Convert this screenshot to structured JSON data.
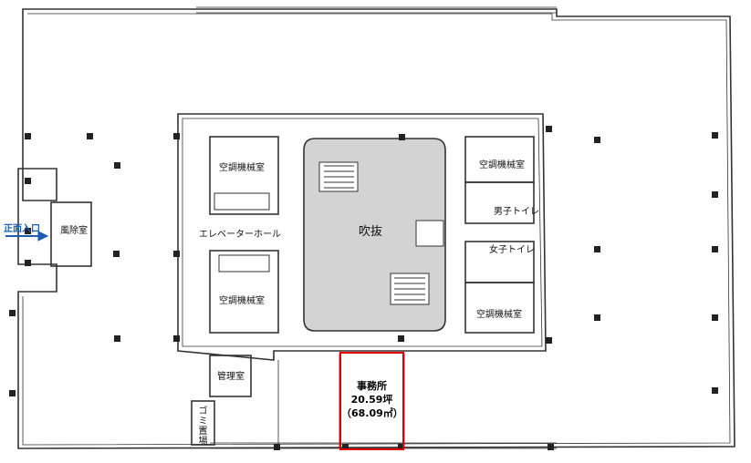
{
  "labels": {
    "ac_room_tl": "空調機械室",
    "ac_room_bl": "空調機械室",
    "ac_room_tr": "空調機械室",
    "ac_room_br": "空調機械室",
    "elevator_hall": "エレベーターホール",
    "void": "吹抜",
    "mens_toilet": "男子トイレ",
    "womens_toilet": "女子トイレ",
    "windbreak_room": "風除室",
    "management_room": "管理室",
    "garbage_room": "ゴミ置場",
    "main_entrance": "正面入口"
  },
  "office": {
    "name": "事務所",
    "tsubo": "20.59坪",
    "sqm": "（68.09㎡）"
  },
  "colors": {
    "wall": "#333333",
    "void_fill": "#d3d3d3",
    "office_outline": "#e00000",
    "entrance_arrow": "#1a5fb4"
  }
}
